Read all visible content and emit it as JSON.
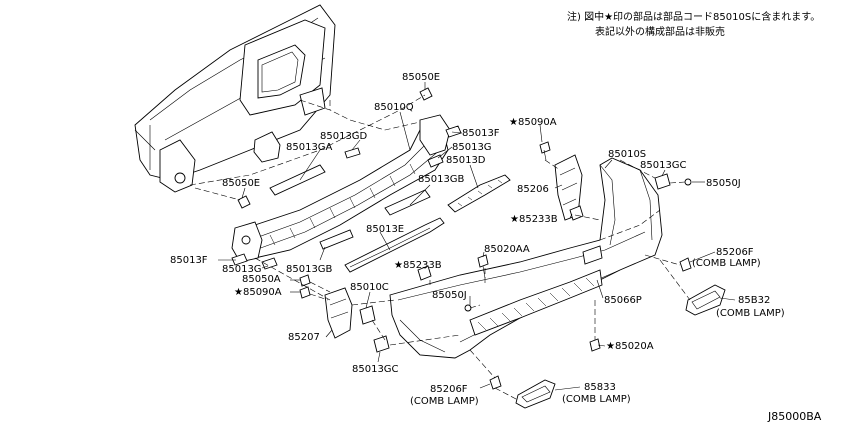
{
  "notes": {
    "line1": "注) 図中★印の部品は部品コード85010Sに含まれます。",
    "line2": "表記以外の構成部品は非販売"
  },
  "diagram_code": "J85000BA",
  "labels": {
    "p85050E_top": "85050E",
    "p85010Q": "85010Q",
    "p85013GD": "85013GD",
    "p85013F_top": "85013F",
    "p85013GA": "85013GA",
    "p85013G_top": "85013G",
    "p85090A_top": "★85090A",
    "p85010S": "85010S",
    "p85013GC_top": "85013GC",
    "p85050J_top": "85050J",
    "p85013D": "85013D",
    "p85050E_left": "85050E",
    "p85013GB_mid": "85013GB",
    "p85206": "85206",
    "p85233B_top": "★85233B",
    "p85013E": "85013E",
    "p85013F_left": "85013F",
    "p85013G_left": "85013G",
    "p85013GB_left": "85013GB",
    "p85020AA": "85020AA",
    "p85233B_mid": "★85233B",
    "p85050A": "85050A",
    "p85090A_left": "★85090A",
    "p85010C": "85010C",
    "p85050J_mid": "85050J",
    "p85206F_right": "85206F",
    "p85206F_right_sub": "(COMB LAMP)",
    "p85B32": "85B32",
    "p85B32_sub": "(COMB LAMP)",
    "p85066P": "85066P",
    "p85207": "85207",
    "p85020A": "★85020A",
    "p85013GC_bottom": "85013GC",
    "p85206F_bottom": "85206F",
    "p85206F_bottom_sub": "(COMB LAMP)",
    "p85833": "85833",
    "p85833_sub": "(COMB LAMP)"
  }
}
